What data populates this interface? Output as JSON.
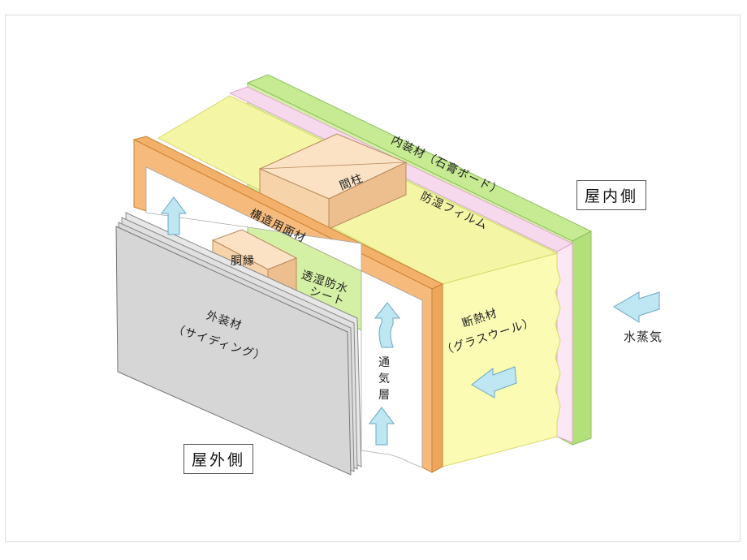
{
  "labels": {
    "interior_finish": "内装材（石膏ボード）",
    "vapor_barrier": "防湿フィルム",
    "stud": "間柱",
    "structural_panel": "構造用面材",
    "furring": "胴縁",
    "breathable_sheet_line1": "透湿防水",
    "breathable_sheet_line2": "シート",
    "siding_line1": "外装材",
    "siding_line2": "（サイディング）",
    "insulation_line1": "断熱材",
    "insulation_line2": "（グラスウール）",
    "air_layer_1": "通",
    "air_layer_2": "気",
    "air_layer_3": "層",
    "water_vapor": "水蒸気",
    "indoor_side": "屋内側",
    "outdoor_side": "屋外側"
  },
  "colors": {
    "gypsum_board": "#d4f0a4",
    "vapor_film": "#fbe8f4",
    "insulation": "#fbfbb4",
    "wood": "#f7d3aa",
    "structural_panel": "#f3b06a",
    "siding": "#d8d8d8",
    "arrow": "#bfe6f3"
  },
  "icons": {
    "airflow": "up-arrow-icon",
    "vapor_flow": "left-arrow-icon"
  }
}
